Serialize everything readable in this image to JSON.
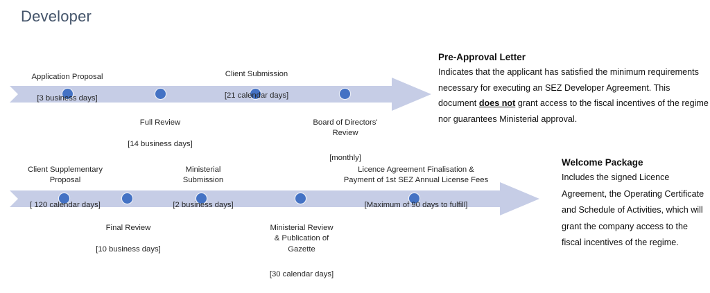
{
  "slide": {
    "title": "Developer",
    "title_color": "#44546a",
    "background": "#ffffff"
  },
  "theme": {
    "arrow_fill": "#c6cde6",
    "dot_fill": "#4472c4",
    "text_color": "#262626",
    "callout_text_color": "#111111"
  },
  "timelines": [
    {
      "id": "timeline-1",
      "name": "pre-approval-timeline",
      "steps": [
        {
          "name": "Application Proposal",
          "duration": "[3 business days]",
          "position": "above"
        },
        {
          "name": "Full Review",
          "duration": "[14 business days]",
          "position": "below"
        },
        {
          "name": "Client Submission",
          "duration": "[21 calendar days]",
          "position": "above"
        },
        {
          "name": "Board of Directors'\nReview",
          "duration": "[monthly]",
          "position": "below"
        }
      ]
    },
    {
      "id": "timeline-2",
      "name": "welcome-package-timeline",
      "steps": [
        {
          "name": "Client Supplementary\nProposal",
          "duration": "[ 120 calendar days]",
          "position": "above"
        },
        {
          "name": "Final Review",
          "duration": "[10 business days]",
          "position": "below"
        },
        {
          "name": "Ministerial\nSubmission",
          "duration": "[2 business days]",
          "position": "above"
        },
        {
          "name": "Ministerial Review\n& Publication of\nGazette",
          "duration": "[30 calendar days]",
          "position": "below"
        },
        {
          "name": "Licence Agreement Finalisation &\nPayment of 1st SEZ Annual License Fees",
          "duration": "[Maximum of 90 days to fulfill]",
          "position": "above"
        }
      ]
    }
  ],
  "callouts": {
    "pre_approval": {
      "title": "Pre-Approval Letter",
      "body_part_1": "Indicates that the applicant has satisfied the minimum requirements necessary for executing an SEZ Developer Agreement. This document ",
      "body_emphasis": "does not",
      "body_part_2": " grant access to the fiscal incentives of the regime nor guarantees Ministerial approval."
    },
    "welcome_package": {
      "title": "Welcome Package",
      "body": "Includes the signed Licence Agreement, the Operating Certificate and Schedule of Activities, which will grant the company access to the fiscal incentives of the regime."
    }
  }
}
